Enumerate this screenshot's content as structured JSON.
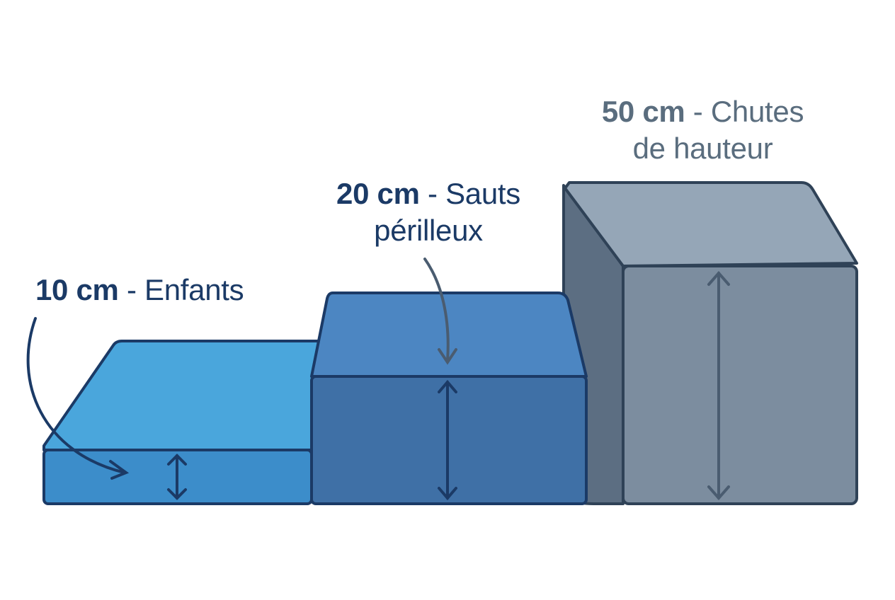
{
  "mattresses": [
    {
      "thickness": "10 cm",
      "separator": " - ",
      "usage": "Enfants",
      "colors": {
        "top": "#4aa6dc",
        "front": "#3c8dca",
        "outline": "#1b3a66",
        "text": "#1b3a66"
      }
    },
    {
      "thickness": "20 cm",
      "separator": " - ",
      "usage_line1": "Sauts",
      "usage_line2": "périlleux",
      "colors": {
        "top": "#4c86c2",
        "front": "#3f70a6",
        "outline": "#1b3a66",
        "text": "#1b3a66"
      }
    },
    {
      "thickness": "50 cm",
      "separator": " - ",
      "usage_line1": "Chutes",
      "usage_line2": "de hauteur",
      "colors": {
        "top": "#95a6b7",
        "front": "#7c8d9f",
        "side": "#5c6e82",
        "outline": "#2f4257",
        "text": "#5a6d7e"
      }
    }
  ]
}
